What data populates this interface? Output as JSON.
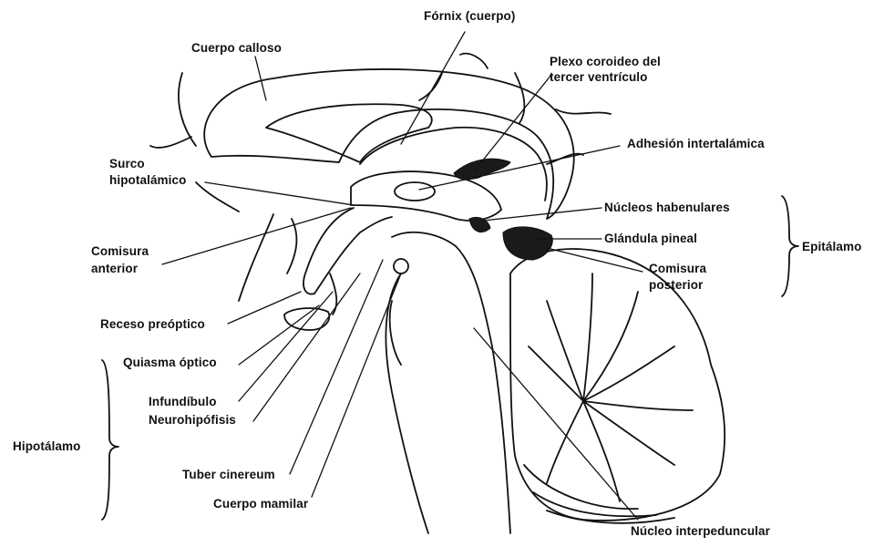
{
  "labels": {
    "fornix": "Fórnix (cuerpo)",
    "cuerpo_calloso": "Cuerpo calloso",
    "plexo_1": "Plexo coroideo del",
    "plexo_2": "tercer ventrículo",
    "adhesion": "Adhesión intertalámica",
    "surco_1": "Surco",
    "surco_2": "hipotalámico",
    "nucleos_habenulares": "Núcleos habenulares",
    "glandula_pineal": "Glándula pineal",
    "comisura_ant_1": "Comisura",
    "comisura_ant_2": "anterior",
    "comisura_post_1": "Comisura",
    "comisura_post_2": "posterior",
    "epitalamo": "Epitálamo",
    "receso_preoptico": "Receso preóptico",
    "quiasma_optico": "Quiasma óptico",
    "infundibulo": "Infundíbulo",
    "neurohipofisis": "Neurohipófisis",
    "hipotalamo": "Hipotálamo",
    "tuber_cinereum": "Tuber cinereum",
    "cuerpo_mamilar": "Cuerpo mamilar",
    "nucleo_interpeduncular": "Núcleo interpeduncular"
  },
  "colors": {
    "ink": "#111111",
    "fill_dark": "#1a1a1a",
    "paper": "#ffffff"
  }
}
